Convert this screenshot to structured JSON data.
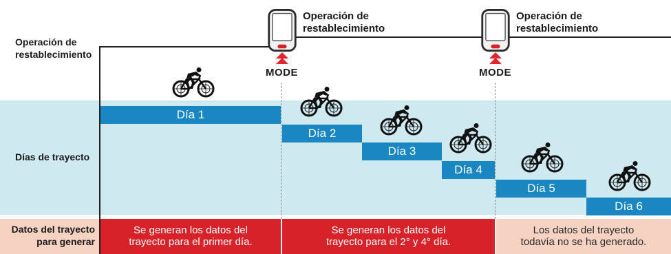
{
  "colors": {
    "band_background": "#cfe9f1",
    "day_bar": "#1a87c3",
    "generate_red": "#d8222a",
    "not_generated_peach": "#f6d2c3",
    "label_column_peach": "#f6d2c3",
    "mode_arrow": "#e3262e"
  },
  "left_labels": {
    "reset_operation": "Operación de\nrestablecimiento",
    "trip_days": "Días de trayecto",
    "trip_data": "Datos del trayecto\npara generar"
  },
  "reset_events": [
    {
      "caption": "Operación de\nrestablecimiento",
      "button": "MODE",
      "icon": "bike-computer-icon"
    },
    {
      "caption": "Operación de\nrestablecimiento",
      "button": "MODE",
      "icon": "bike-computer-icon"
    }
  ],
  "days": [
    {
      "label": "Día 1",
      "icon": "cyclist-icon"
    },
    {
      "label": "Día 2",
      "icon": "cyclist-icon"
    },
    {
      "label": "Día 3",
      "icon": "cyclist-icon"
    },
    {
      "label": "Día 4",
      "icon": "cyclist-icon"
    },
    {
      "label": "Día 5",
      "icon": "cyclist-icon"
    },
    {
      "label": "Día 6",
      "icon": "cyclist-icon"
    }
  ],
  "generation": [
    {
      "text": "Se generan los datos del\ntrayecto para el primer día."
    },
    {
      "text": "Se generan los datos del\ntrayecto para el 2° y 4° día."
    },
    {
      "text": "Los datos del trayecto\ntodavía no se ha generado."
    }
  ]
}
